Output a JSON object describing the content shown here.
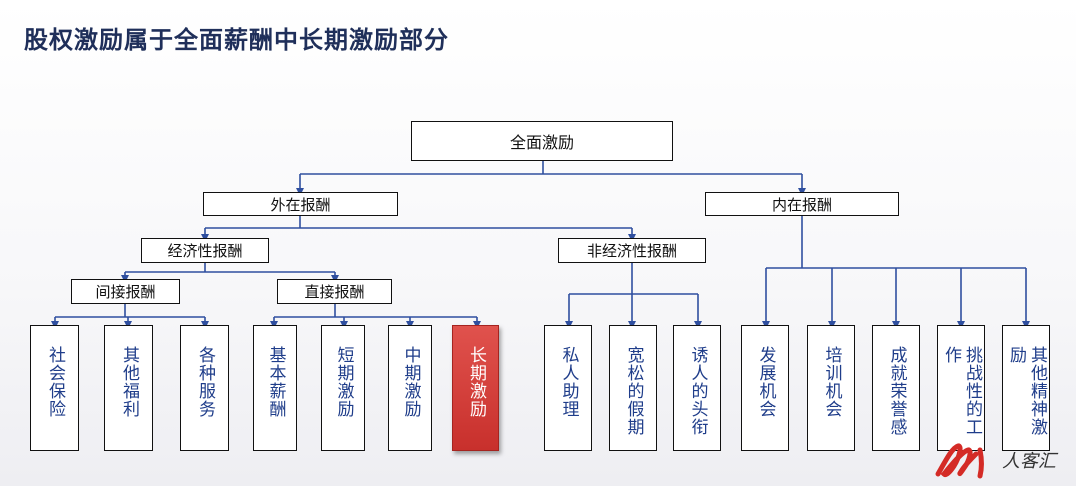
{
  "title": "股权激励属于全面薪酬中长期激励部分",
  "root": "全面激励",
  "level1": {
    "external": "外在报酬",
    "internal": "内在报酬"
  },
  "level2": {
    "economic": "经济性报酬",
    "non_economic": "非经济性报酬"
  },
  "level3": {
    "indirect": "间接报酬",
    "direct": "直接报酬"
  },
  "leaves": {
    "social_insurance": "社会保险",
    "other_benefits": "其他福利",
    "services": "各种服务",
    "base_salary": "基本薪酬",
    "short_term": "短期激励",
    "mid_term": "中期激励",
    "long_term": "长期激励",
    "personal_assistant": "私人助理",
    "loose_vacation": "宽松的假期",
    "attractive_title": "诱人的头衔",
    "development": "发展机会",
    "training": "培训机会",
    "achievement": "成就荣誉感",
    "challenging_work": "挑战性的工作",
    "other_spiritual": "其他精神激励"
  },
  "colors": {
    "title": "#1f2f5a",
    "connector": "#2f4f9f",
    "leaf_text": "#1f3d8a",
    "highlight": "#c8302c"
  },
  "logo_text": "人客汇"
}
